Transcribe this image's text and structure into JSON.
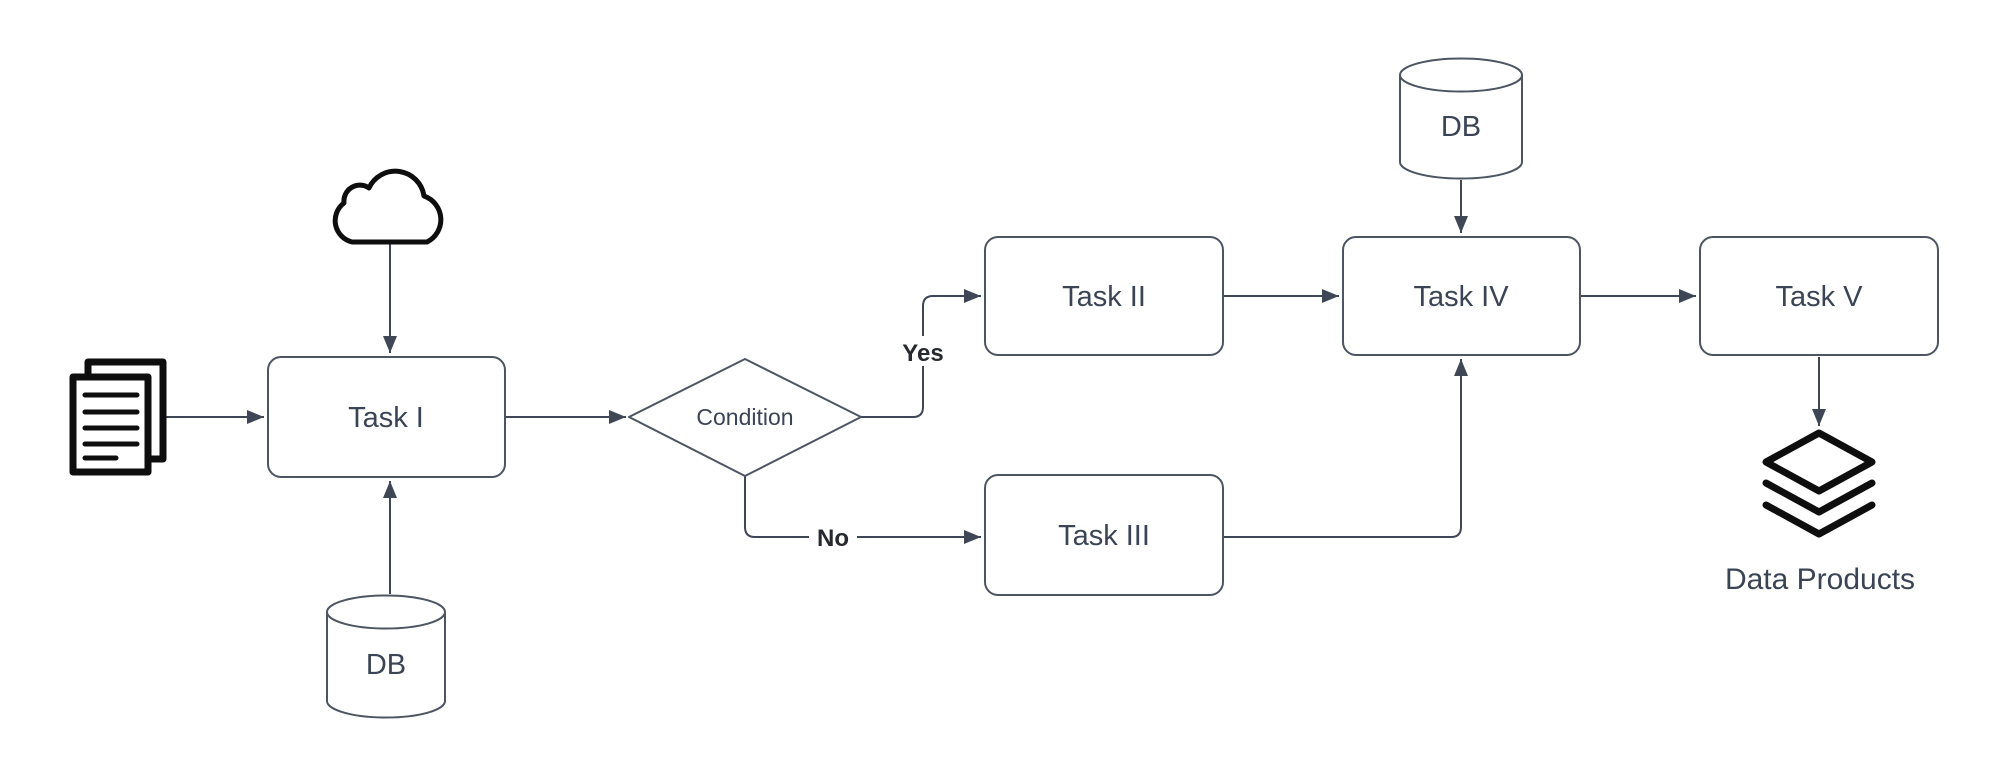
{
  "diagram": {
    "nodes": {
      "task1": {
        "label": "Task I"
      },
      "task2": {
        "label": "Task II"
      },
      "task3": {
        "label": "Task III"
      },
      "task4": {
        "label": "Task IV"
      },
      "task5": {
        "label": "Task V"
      },
      "condition": {
        "label": "Condition"
      },
      "db_task1": {
        "label": "DB"
      },
      "db_task4": {
        "label": "DB"
      },
      "data_products": {
        "label": "Data Products"
      }
    },
    "edge_labels": {
      "yes": "Yes",
      "no": "No"
    },
    "icons": [
      "documents-icon",
      "cloud-icon",
      "database-icon",
      "layers-icon"
    ],
    "colors": {
      "connector": "#3f4756",
      "shape_border": "#4d5563",
      "shape_fill": "#ffffff",
      "label_text": "#3a4455",
      "edge_label_text": "#26292f",
      "icon_stroke": "#0e0e0e",
      "background": "#ffffff"
    }
  }
}
